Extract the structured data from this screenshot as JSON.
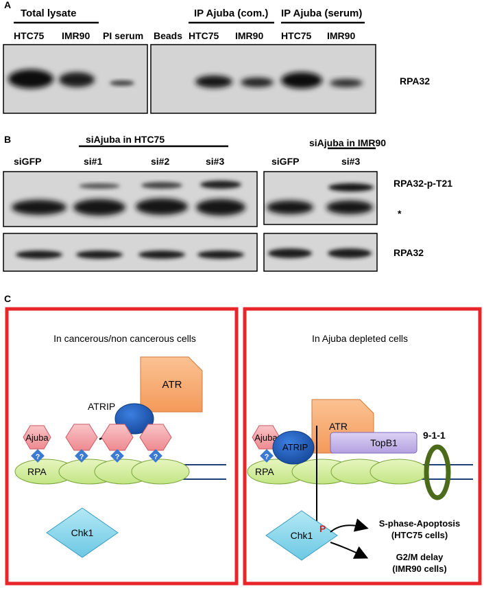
{
  "panel_a": {
    "label": "A",
    "group_total_lysate": "Total lysate",
    "group_ip_com": "IP Ajuba (com.)",
    "group_ip_serum": "IP Ajuba (serum)",
    "lanes": [
      "HTC75",
      "IMR90",
      "PI serum",
      "Beads",
      "HTC75",
      "IMR90",
      "HTC75",
      "IMR90"
    ],
    "band_label": "RPA32"
  },
  "panel_b": {
    "label": "B",
    "group_htc75": "siAjuba in HTC75",
    "group_imr90": "siAjuba in IMR90",
    "lanes_left": [
      "siGFP",
      "si#1",
      "si#2",
      "si#3"
    ],
    "lanes_right": [
      "siGFP",
      "si#3"
    ],
    "band_label_top": "RPA32-p-T21",
    "asterisk": "*",
    "band_label_bottom": "RPA32"
  },
  "panel_c": {
    "label": "C",
    "left": {
      "title": "In cancerous/non cancerous cells",
      "atr": "ATR",
      "atrip": "ATRIP",
      "ajuba": "Ajuba",
      "rpa": "RPA",
      "question": "?",
      "chk1": "Chk1"
    },
    "right": {
      "title": "In Ajuba depleted cells",
      "atr": "ATR",
      "atrip": "ATRIP",
      "ajuba": "Ajuba",
      "rpa": "RPA",
      "question": "?",
      "topb1": "TopB1",
      "nine11": "9-1-1",
      "chk1": "Chk1",
      "phospho": "P",
      "outcome1_line1": "S-phase-Apoptosis",
      "outcome1_line2": "(HTC75 cells)",
      "outcome2_line1": "G2/M delay",
      "outcome2_line2": "(IMR90 cells)"
    }
  },
  "colors": {
    "frame_red": "#e8262a",
    "ajuba_fill": "#f4a3a8",
    "rpa_fill": "#d6ef9f",
    "atr_fill": "#f9b27a",
    "atrip_fill": "#1f5fc4",
    "topb1_fill": "#c7b8ea",
    "chk1_fill": "#8fd9ec",
    "ring": "#4b6b1a",
    "dna": "#1f3f7a"
  }
}
